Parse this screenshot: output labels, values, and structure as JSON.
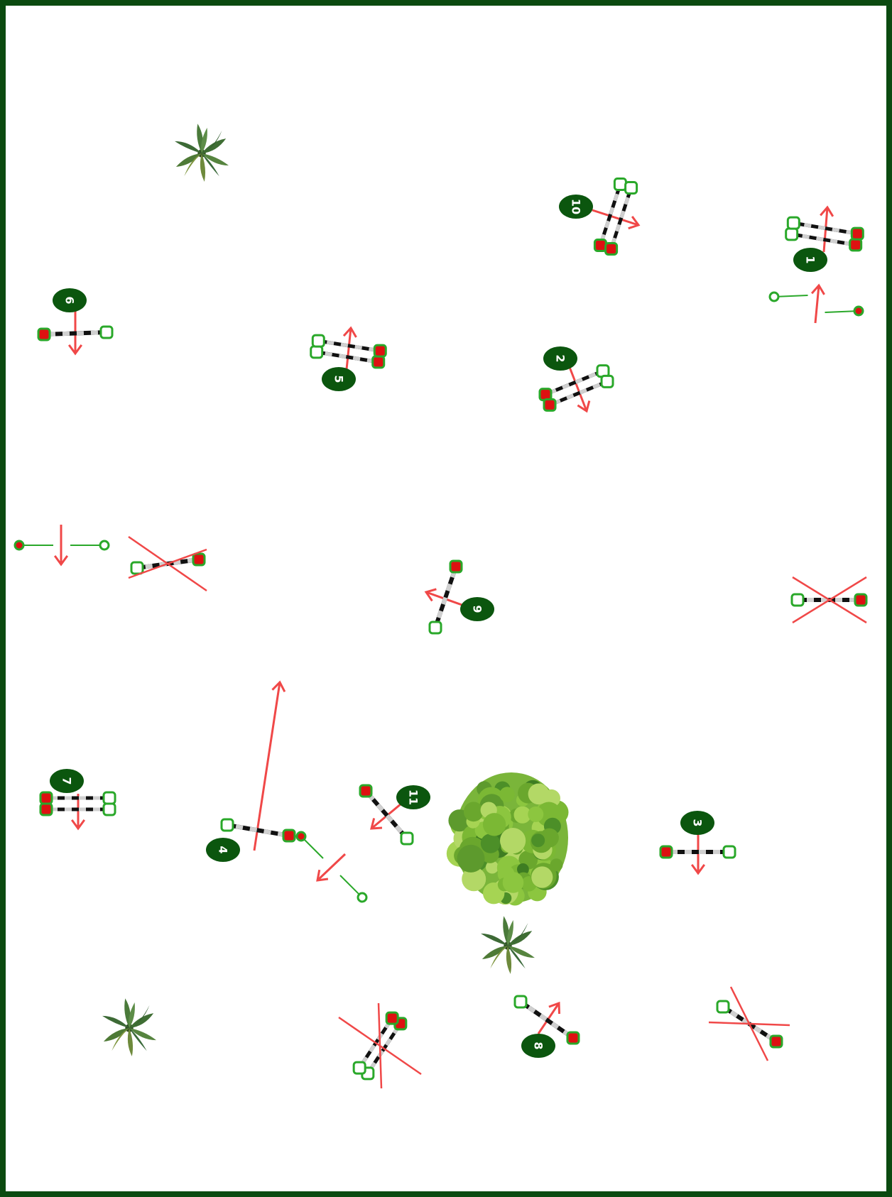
{
  "map": {
    "border_color": "#0b4a10",
    "background": "#ffffff",
    "label_fill": "#0b560e",
    "label_text_color": "#ffffff",
    "arrow_color": "#f04848",
    "start_color": "#dd1111",
    "end_color": "#ffffff",
    "handle_color": "#2aa82a",
    "obstacle_icons": [
      "palm-tree-icon",
      "bush-icon"
    ]
  },
  "obstacles": [
    {
      "id": "1",
      "label": "1",
      "kind": "oxer"
    },
    {
      "id": "2",
      "label": "2",
      "kind": "oxer"
    },
    {
      "id": "3",
      "label": "3",
      "kind": "vertical"
    },
    {
      "id": "4",
      "label": "4",
      "kind": "vertical"
    },
    {
      "id": "5",
      "label": "5",
      "kind": "oxer"
    },
    {
      "id": "6",
      "label": "6",
      "kind": "vertical"
    },
    {
      "id": "7",
      "label": "7",
      "kind": "oxer"
    },
    {
      "id": "8",
      "label": "8",
      "kind": "vertical"
    },
    {
      "id": "9",
      "label": "9",
      "kind": "vertical"
    },
    {
      "id": "10",
      "label": "10",
      "kind": "oxer"
    },
    {
      "id": "11",
      "label": "11",
      "kind": "vertical"
    }
  ]
}
